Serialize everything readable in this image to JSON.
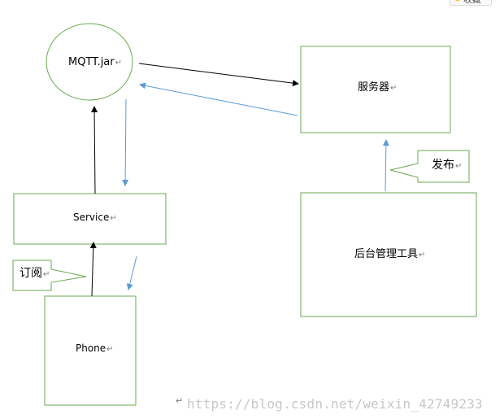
{
  "nodes": {
    "mqtt": "MQTT.jar",
    "server": "服务器",
    "service": "Service",
    "admin_tool": "后台管理工具",
    "phone": "Phone"
  },
  "callouts": {
    "subscribe": "订阅",
    "publish": "发布"
  },
  "return_mark": "↵",
  "watermark": "https://blog.csdn.net/weixin_42749233",
  "favorite_button": {
    "icon": "star-icon",
    "label": "收藏"
  },
  "colors": {
    "shape_border": "#6aa84f",
    "arrow_black": "#000000",
    "arrow_blue": "#5b9bd5"
  }
}
